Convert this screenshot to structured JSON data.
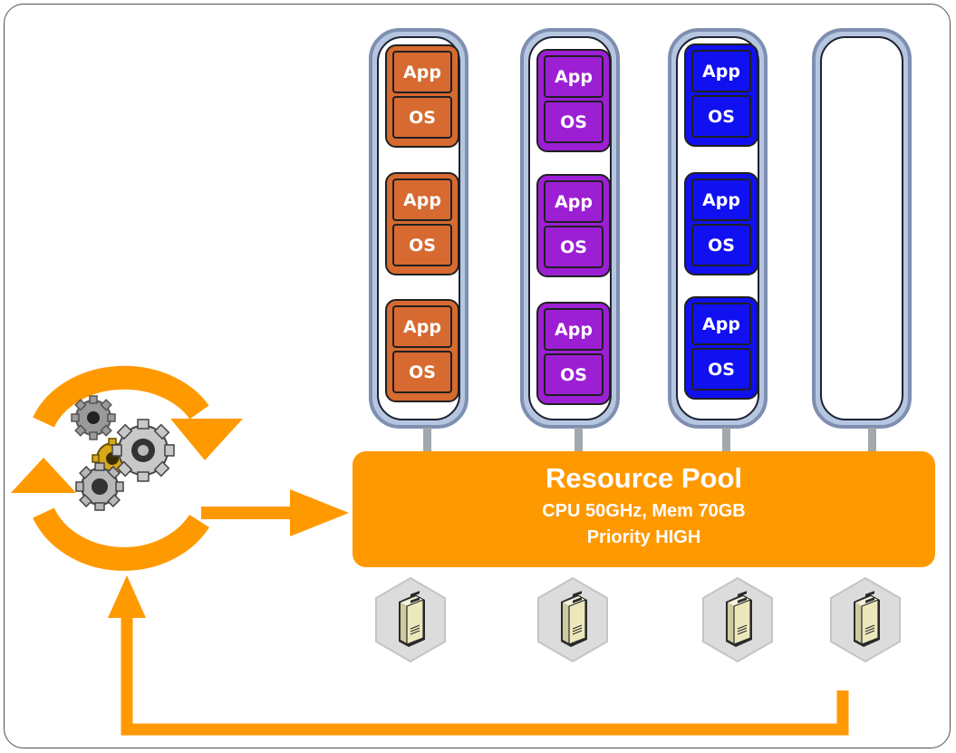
{
  "colors": {
    "orange": "#ff9900",
    "vm_orange": "#d66a30",
    "vm_purple": "#9c1fd4",
    "vm_blue": "#1010f0",
    "host_border": "#7e8fb1"
  },
  "hosts": [
    {
      "vm_color": "#d66a30",
      "vms": [
        {
          "app": "App",
          "os": "OS"
        },
        {
          "app": "App",
          "os": "OS"
        },
        {
          "app": "App",
          "os": "OS"
        }
      ]
    },
    {
      "vm_color": "#9c1fd4",
      "vms": [
        {
          "app": "App",
          "os": "OS"
        },
        {
          "app": "App",
          "os": "OS"
        },
        {
          "app": "App",
          "os": "OS"
        }
      ]
    },
    {
      "vm_color": "#1010f0",
      "vms": [
        {
          "app": "App",
          "os": "OS"
        },
        {
          "app": "App",
          "os": "OS"
        },
        {
          "app": "App",
          "os": "OS"
        }
      ]
    },
    {
      "vm_color": "",
      "vms": []
    }
  ],
  "pool": {
    "title": "Resource Pool",
    "cpu_mem": "CPU 50GHz, Mem 70GB",
    "priority": "Priority HIGH"
  },
  "servers": [
    {
      "icon": "server-tower-icon"
    },
    {
      "icon": "server-tower-icon"
    },
    {
      "icon": "server-tower-icon"
    },
    {
      "icon": "server-tower-icon"
    }
  ],
  "automation": {
    "icon": "gears-cycle-icon"
  }
}
